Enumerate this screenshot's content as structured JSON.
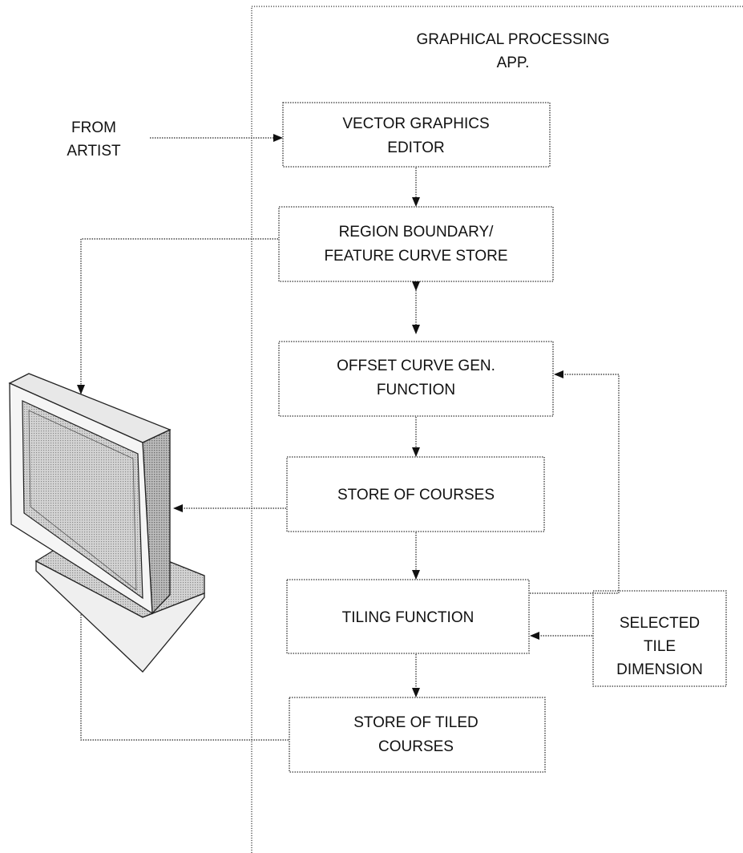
{
  "app_boundary": {
    "title_lines": [
      "GRAPHICAL PROCESSING",
      "APP."
    ]
  },
  "source_label": {
    "lines": [
      "FROM",
      "ARTIST"
    ]
  },
  "boxes": {
    "vector_editor": {
      "lines": [
        "VECTOR GRAPHICS",
        "EDITOR"
      ]
    },
    "region_store": {
      "lines": [
        "REGION BOUNDARY/",
        "FEATURE CURVE STORE"
      ]
    },
    "offset_gen": {
      "lines": [
        "OFFSET CURVE GEN.",
        "FUNCTION"
      ]
    },
    "courses_store": {
      "lines": [
        "STORE OF  COURSES"
      ]
    },
    "tiling_function": {
      "lines": [
        "TILING FUNCTION"
      ]
    },
    "tiled_store": {
      "lines": [
        "STORE OF TILED",
        "COURSES"
      ]
    },
    "tile_dimension": {
      "lines": [
        "SELECTED",
        "TILE",
        "DIMENSION"
      ]
    }
  },
  "monitor": {
    "icon": "monitor-icon"
  },
  "colors": {
    "stroke": "#222222",
    "screen_fill": "#c8c8c8",
    "background": "#ffffff"
  }
}
